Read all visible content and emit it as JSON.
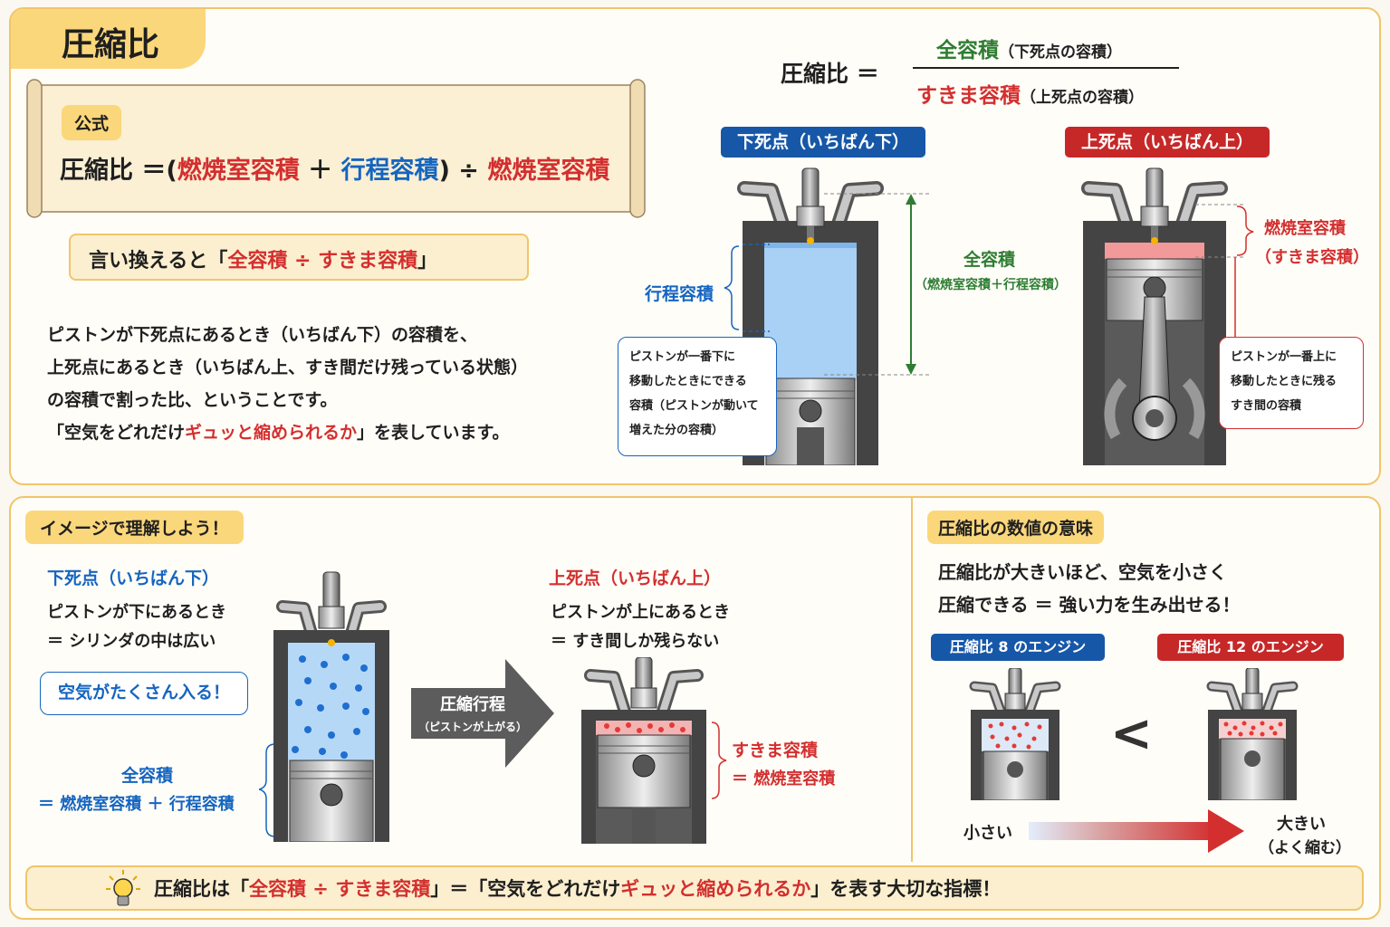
{
  "title": "圧縮比",
  "formula_box": {
    "tag": "公式",
    "p1": "圧縮比 ＝(",
    "p2": "燃焼室容積",
    "p3": " ＋ ",
    "p4": "行程容積",
    "p5": ") ÷ ",
    "p6": "燃焼室容積"
  },
  "rephrase": {
    "p1": "言い換えると「",
    "p2": "全容積 ÷ すきま容積",
    "p3": "」"
  },
  "explain": {
    "l1": "ピストンが下死点にあるとき（いちばん下）の容積を、",
    "l2": "上死点にあるとき（いちばん上、すき間だけ残っている状態）",
    "l3": "の容積で割った比、ということです。",
    "l4a": "「空気をどれだけ",
    "l4b": "ギュッと縮められるか",
    "l4c": "」を表しています。"
  },
  "fraction": {
    "lhs": "圧縮比 ＝",
    "num_main": "全容積",
    "num_sub": "（下死点の容積）",
    "den_main": "すきま容積",
    "den_sub": "（上死点の容積）"
  },
  "bdc_label": "下死点（いちばん下）",
  "tdc_label": "上死点（いちばん上）",
  "stroke_label": "行程容積",
  "total_label": "全容積",
  "total_sub": "（燃焼室容積＋行程容積）",
  "chamber_label_1": "燃焼室容積",
  "chamber_label_2": "（すきま容積）",
  "bdc_note": [
    "ピストンが一番下に",
    "移動したときにできる",
    "容積（ピストンが動いて",
    "増えた分の容積）"
  ],
  "tdc_note": [
    "ピストンが一番上に",
    "移動したときに残る",
    "すき間の容積"
  ],
  "image_section": {
    "tag": "イメージで理解しよう！",
    "bdc_title": "下死点（いちばん下）",
    "bdc_l1": "ピストンが下にあるとき",
    "bdc_l2": "＝ シリンダの中は広い",
    "bubble": "空気がたくさん入る！",
    "total": "全容積",
    "total_eq": "＝ 燃焼室容積 ＋ 行程容積",
    "arrow_l1": "圧縮行程",
    "arrow_l2": "（ピストンが上がる）",
    "tdc_title": "上死点（いちばん上）",
    "tdc_l1": "ピストンが上にあるとき",
    "tdc_l2": "＝ すき間しか残らない",
    "clear": "すきま容積",
    "clear_eq": "＝ 燃焼室容積"
  },
  "meaning_section": {
    "tag": "圧縮比の数値の意味",
    "l1": "圧縮比が大きいほど、空気を小さく",
    "l2": "圧縮できる ＝ 強い力を生み出せる！",
    "e8": "圧縮比 8 のエンジン",
    "e12": "圧縮比 12 のエンジン",
    "lt": "<",
    "small": "小さい",
    "big": "大きい",
    "big_sub": "（よく縮む）"
  },
  "footer": {
    "p1": "圧縮比は「",
    "p2": "全容積 ÷ すきま容積",
    "p3": "」＝「空気をどれだけ",
    "p4": "ギュッと縮められるか",
    "p5": "」を表す大切な指標！"
  },
  "colors": {
    "blue": "#1565c0",
    "red": "#d32f2f",
    "green": "#2e7d32",
    "accent": "#fbd77b"
  }
}
